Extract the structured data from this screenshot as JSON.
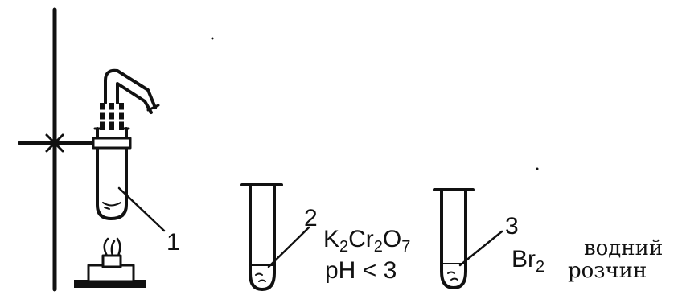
{
  "labels": {
    "tube1": "1",
    "tube2": "2",
    "tube3": "3",
    "reagent2": {
      "k": "K",
      "k_sub": "2",
      "cr": "Cr",
      "cr_sub": "2",
      "o": "O",
      "o_sub": "7",
      "ph": "pH",
      "lt": "<",
      "ph_val": "3"
    },
    "reagent3": {
      "br": "Br",
      "br_sub": "2"
    },
    "solution_word1": "водний",
    "solution_word2": "розчин"
  },
  "colors": {
    "ink": "#111111",
    "background": "#ffffff"
  }
}
